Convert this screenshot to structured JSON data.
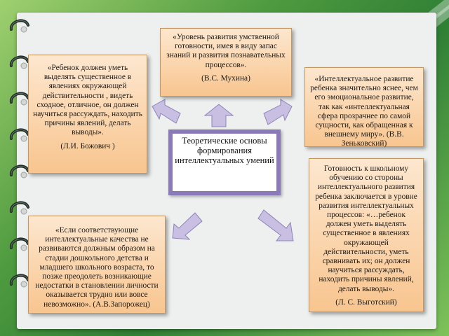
{
  "center": {
    "text": "Теоретические основы формирования интеллектуальных умений"
  },
  "boxes": {
    "top": {
      "text": "«Уровень развития умственной готовности, имея в виду запас знаний и развития познавательных процессов».",
      "author": "(В.С. Мухина)"
    },
    "left_top": {
      "text": "«Ребенок должен уметь выделять существенное в явлениях окружающей действительности , видеть сходное, отличное, он должен научиться рассуждать, находить причины явлений, делать выводы».",
      "author": "(Л.И. Божович )"
    },
    "right_top": {
      "text": "«Интеллектуальное развитие ребенка значительно яснее, чем его эмоциональное развитие, так как «интеллектуальная сфера прозрачнее по самой сущности, как обращенная к внешнему миру». (В.В. Зеньковский)"
    },
    "left_bottom": {
      "text": "«Если соответствующие интеллектуальные качества не развиваются должным образом на стадии дошкольного детства и младшего школьного возраста, то позже преодолеть возникающие недостатки в становлении личности оказывается трудно или вовсе невозможно». (А.В.Запорожец)"
    },
    "right_bottom": {
      "text": "Готовность к школьному обучению со стороны интеллектуального развития ребенка заключается в уровне развития интеллектуальных процессов: «…ребенок должен уметь выделять существенное в явлениях окружающей действительности, уметь сравнивать их; он должен научиться рассуждать, находить причины явлений, делать выводы».",
      "author": "(Л. С. Выготский)"
    }
  },
  "colors": {
    "box_fill_top": "#fde7cf",
    "box_fill_bottom": "#f8c58f",
    "arrow_fill": "#c8bfe3",
    "center_frame": "#8a7ab7",
    "background": "#4e9a3f"
  },
  "icons": [
    "spiral-ring-icon",
    "arrow-up-icon",
    "arrow-upleft-icon",
    "arrow-upright-icon",
    "arrow-downleft-icon",
    "arrow-downright-icon"
  ]
}
